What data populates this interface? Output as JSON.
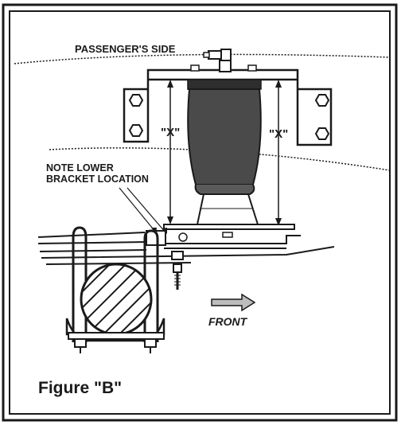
{
  "diagram": {
    "top_label": "PASSENGER'S SIDE",
    "note_line1": "NOTE LOWER",
    "note_line2": "BRACKET LOCATION",
    "dimension_label": "\"X\"",
    "direction_label": "FRONT",
    "figure_caption": "Figure \"B\""
  },
  "colors": {
    "ink": "#1a1a1a",
    "background": "#ffffff",
    "air_bag_fill": "#4a4a4a"
  }
}
